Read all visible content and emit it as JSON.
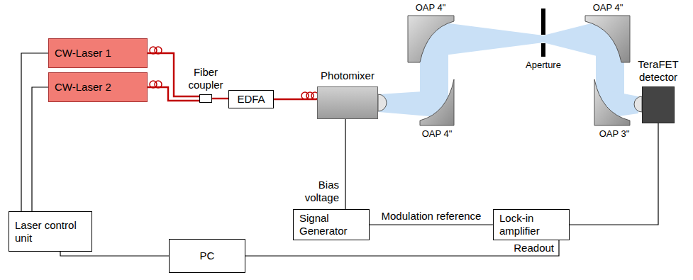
{
  "diagram": {
    "nodes": [
      {
        "text": [
          "CW-Laser 1"
        ]
      },
      {
        "text": [
          "CW-Laser 2"
        ]
      },
      {
        "text": [
          "Fiber coupler"
        ]
      },
      {
        "text": [
          "EDFA"
        ]
      },
      {
        "text": [
          "Photomixer"
        ]
      },
      {
        "text": [
          "TeraFET detector"
        ]
      },
      {
        "text": [
          "Laser control unit"
        ]
      },
      {
        "text": [
          "Signal Generator"
        ]
      },
      {
        "text": [
          "Lock-in amplifier"
        ]
      },
      {
        "text": [
          "PC"
        ]
      }
    ],
    "edges": [
      {
        "from": 6,
        "to": 0,
        "arrow": "none"
      },
      {
        "from": 6,
        "to": 1,
        "arrow": "none"
      },
      {
        "from": 0,
        "to": 2,
        "arrow": "none"
      },
      {
        "from": 1,
        "to": 2,
        "arrow": "none"
      },
      {
        "from": 2,
        "to": 3,
        "arrow": "none"
      },
      {
        "from": 3,
        "to": 4,
        "arrow": "none"
      },
      {
        "from": 7,
        "to": 4,
        "label": "Bias voltage",
        "arrow": "none"
      },
      {
        "from": 7,
        "to": 8,
        "label": "Modulation reference",
        "arrow": "none"
      },
      {
        "from": 8,
        "to": 5,
        "arrow": "none"
      },
      {
        "from": 6,
        "to": 9,
        "arrow": "none"
      },
      {
        "from": 9,
        "to": 8,
        "label": "Readout",
        "arrow": "none"
      }
    ],
    "labels": [
      "OAP 4\"",
      "OAP 4\"",
      "Aperture",
      "OAP 4\"",
      "OAP 3\""
    ]
  }
}
